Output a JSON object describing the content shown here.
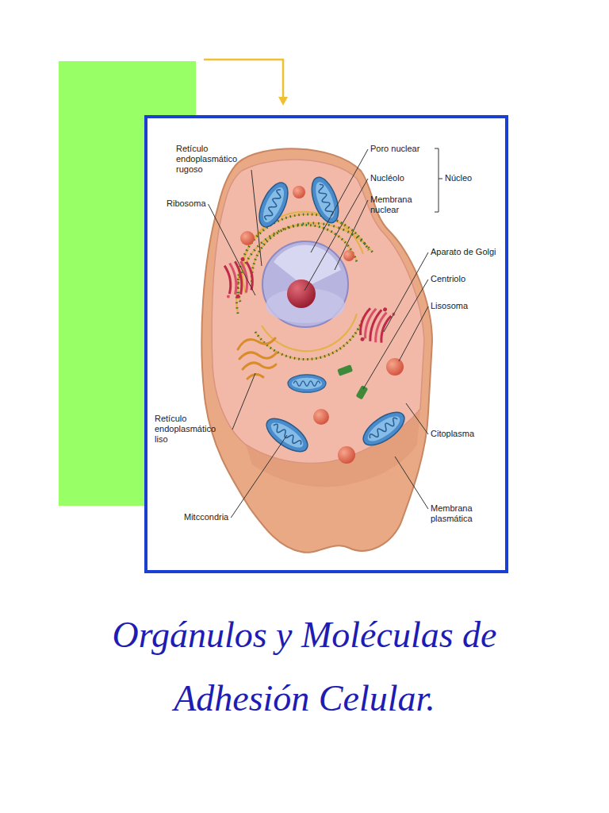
{
  "diagram": {
    "title": "Orgánulos y Moléculas de Adhesión Celular.",
    "labels": [
      "Retículo endoplasmático rugoso",
      "Ribosoma",
      "Poro nuclear",
      "Nucléolo",
      "Membrana nuclear",
      "Núcleo",
      "Aparato de Golgi",
      "Centriolo",
      "Lisosoma",
      "Retículo endoplasmático liso",
      "Mitccondria",
      "Citoplasma",
      "Membrana plasmática"
    ]
  }
}
